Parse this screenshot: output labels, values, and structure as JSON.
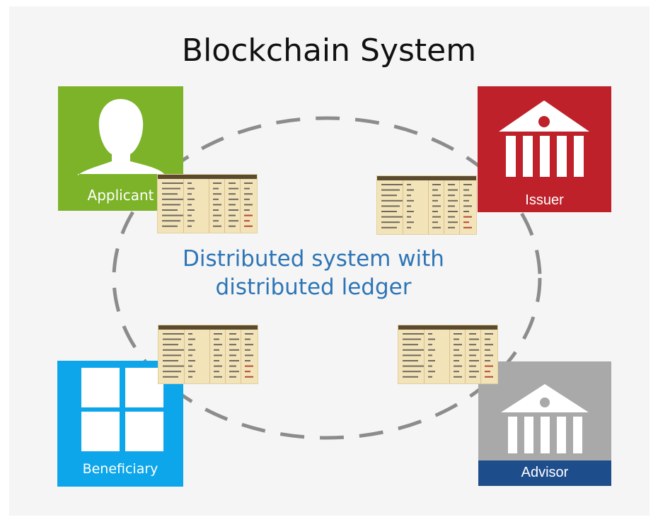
{
  "title": "Blockchain System",
  "center_text": {
    "line1": "Distributed system with",
    "line2": "distributed ledger"
  },
  "nodes": {
    "applicant": {
      "label": "Applicant",
      "icon": "person-icon",
      "color": "#7cb328"
    },
    "issuer": {
      "label": "Issuer",
      "icon": "bank-icon",
      "color": "#be2129"
    },
    "beneficiary": {
      "label": "Beneficiary",
      "icon": "windows-grid-icon",
      "color": "#0ea6ea"
    },
    "advisor": {
      "label": "Advisor",
      "icon": "bank-icon",
      "color": "#a9a9a9",
      "bar_color": "#1e4d8c"
    }
  },
  "ledger_icon": "ledger-table-icon",
  "ring_color": "#8c8c8c"
}
